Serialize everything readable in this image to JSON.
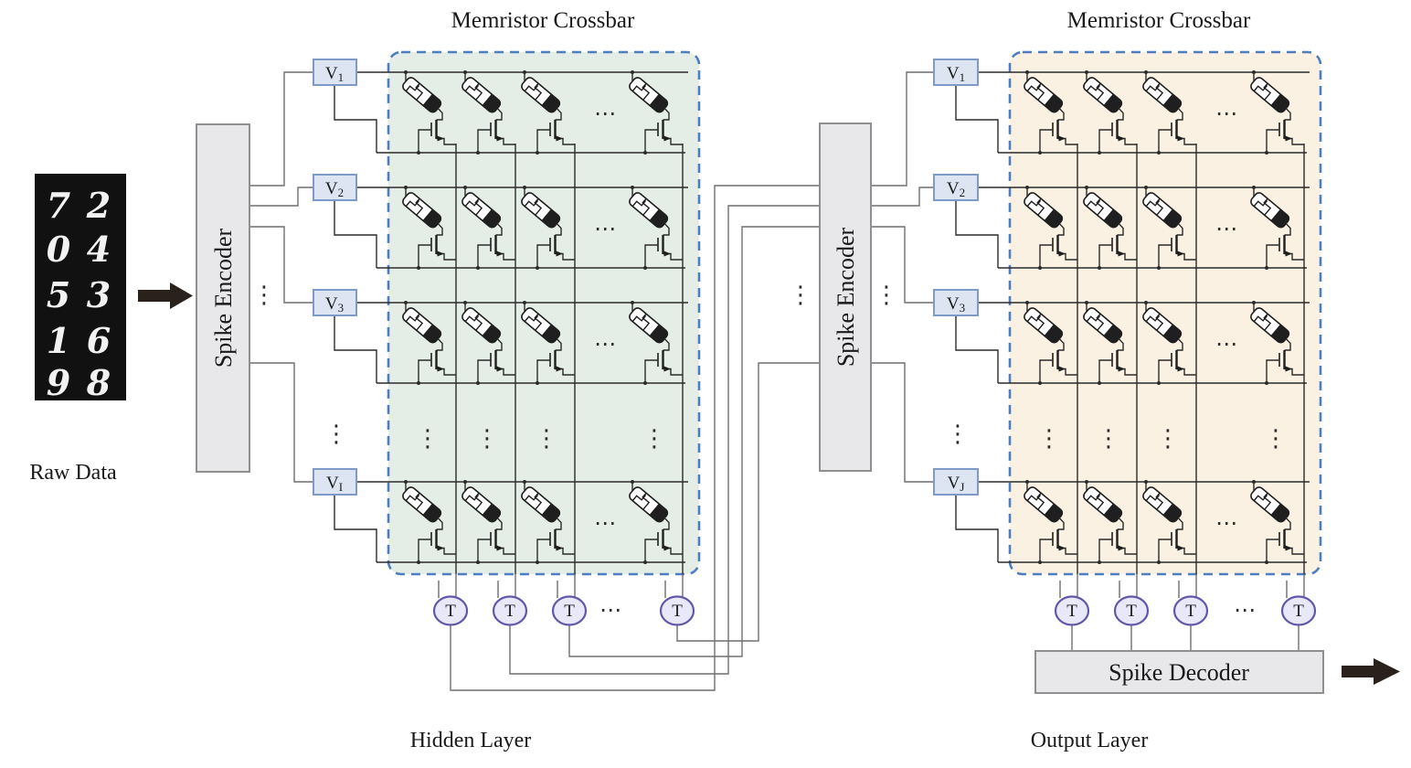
{
  "titles": {
    "crossbar_left": "Memristor Crossbar",
    "crossbar_right": "Memristor Crossbar"
  },
  "labels": {
    "raw_data": "Raw Data",
    "hidden_layer": "Hidden Layer",
    "output_layer": "Output Layer",
    "spike_encoder_left": "Spike Encoder",
    "spike_encoder_right": "Spike Encoder",
    "spike_decoder": "Spike Decoder"
  },
  "raw_data": {
    "digits": [
      [
        "7",
        "2"
      ],
      [
        "0",
        "4"
      ],
      [
        "5",
        "3"
      ],
      [
        "1",
        "6"
      ],
      [
        "9",
        "8"
      ]
    ]
  },
  "hidden": {
    "inputs": [
      {
        "label": "V",
        "sub": "1"
      },
      {
        "label": "V",
        "sub": "2"
      },
      {
        "label": "V",
        "sub": "3"
      },
      {
        "label": "V",
        "sub": "I"
      }
    ],
    "neurons": [
      "T",
      "T",
      "T",
      "T"
    ]
  },
  "output": {
    "inputs": [
      {
        "label": "V",
        "sub": "1"
      },
      {
        "label": "V",
        "sub": "2"
      },
      {
        "label": "V",
        "sub": "3"
      },
      {
        "label": "V",
        "sub": "J"
      }
    ],
    "neurons": [
      "T",
      "T",
      "T",
      "T"
    ]
  },
  "glyphs": {
    "hdots": "⋯",
    "vdots": "⋮"
  },
  "colors": {
    "crossbar_left_fill": "#e4eee6",
    "crossbar_right_fill": "#fbf1e3",
    "dashed_border": "#4d7ec2",
    "v_box_fill": "#dde5f3",
    "v_box_border": "#7e9ac9",
    "neuron_fill": "#e9e8f8",
    "neuron_border": "#5f58aa",
    "encoder_fill": "#e8e7ea",
    "encoder_border": "#8f8f8f",
    "raw_image_bg": "#111111",
    "arrow": "#2a211d",
    "routing_wire": "#6f6f6f",
    "circuit_wire": "#1f1f1f"
  }
}
